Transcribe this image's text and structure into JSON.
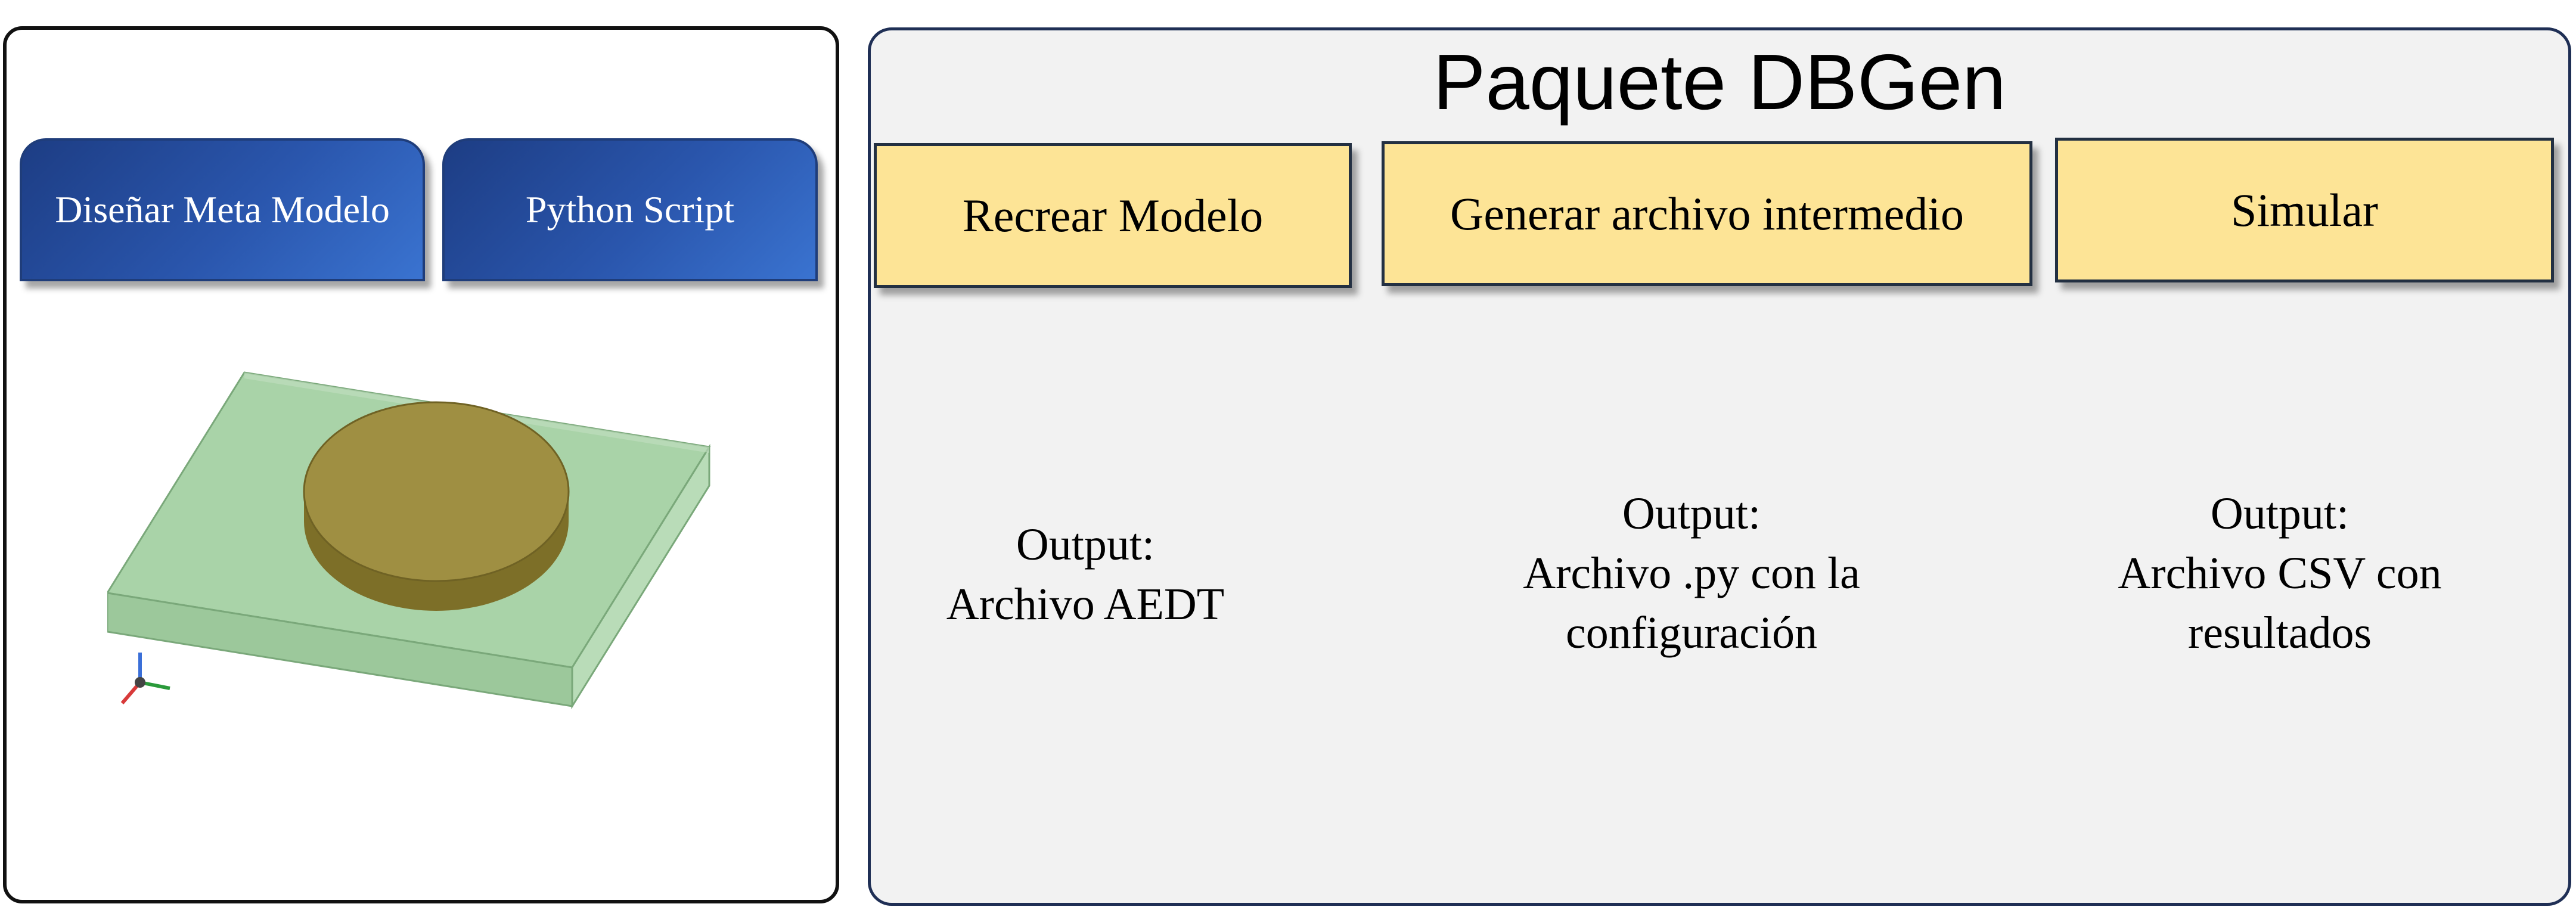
{
  "left_panel": {
    "buttons": [
      {
        "label": "Diseñar Meta Modelo"
      },
      {
        "label": "Python Script"
      }
    ],
    "model_image": {
      "icon": "3d-model-disc-on-substrate"
    }
  },
  "right_panel": {
    "title": "Paquete DBGen",
    "steps": [
      {
        "label": "Recrear Modelo",
        "output_lines": [
          "Output:",
          "Archivo AEDT"
        ]
      },
      {
        "label": "Generar archivo intermedio",
        "output_lines": [
          "Output:",
          "Archivo .py con la",
          "configuración"
        ]
      },
      {
        "label": "Simular",
        "output_lines": [
          "Output:",
          "Archivo CSV con",
          "resultados"
        ]
      }
    ]
  },
  "colors": {
    "button_blue": "#2a56ad",
    "step_yellow": "#fde496",
    "panel_gray": "#f2f2f2",
    "substrate_green": "#a8d4a8",
    "disc_olive": "#9e8e3e"
  }
}
